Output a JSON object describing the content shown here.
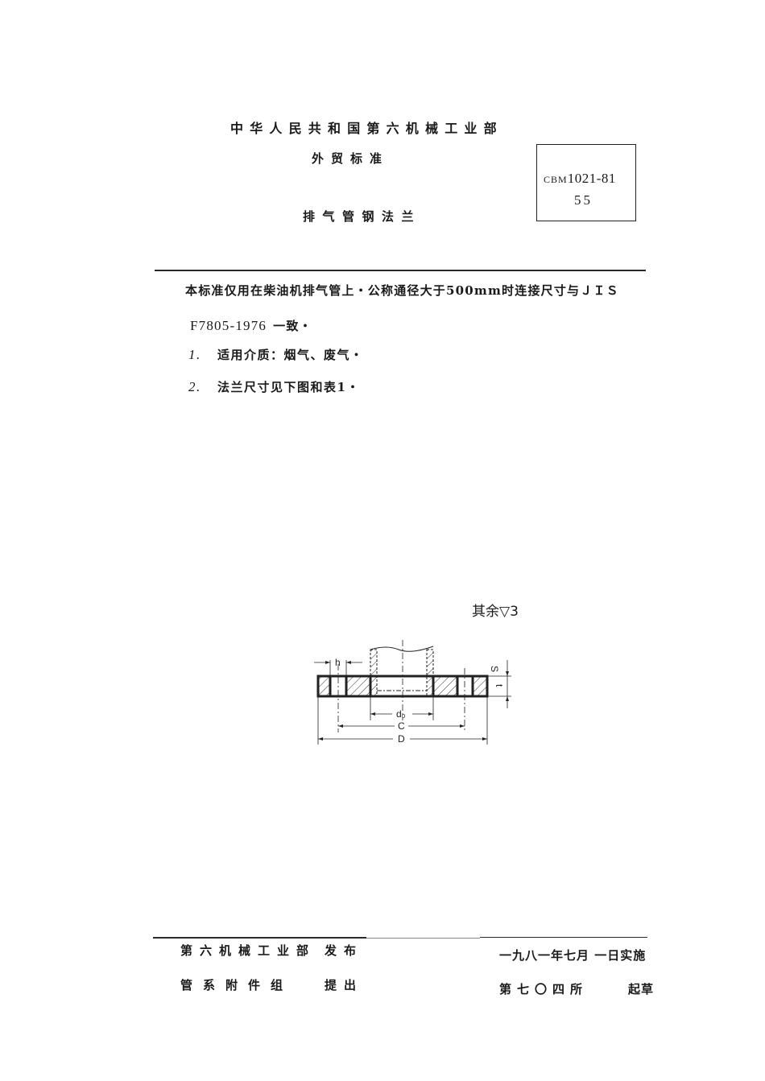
{
  "header": {
    "ministry": "中华人民共和国第六机械工业部",
    "category": "外贸标准",
    "title": "排气管钢法兰"
  },
  "standard_code": {
    "prefix": "CBM",
    "number": "1021-81",
    "page": "55"
  },
  "body": {
    "intro_line1": "本标准仅用在柴油机排气管上・公称通径大于500mm时连接尺寸与ＪＩＳ",
    "intro_line2_code": "F7805-1976",
    "intro_line2_text": "一致・",
    "items": [
      {
        "num": "1.",
        "text": "适用介质：烟气、废气・"
      },
      {
        "num": "2.",
        "text": "法兰尺寸见下图和表1・"
      }
    ]
  },
  "figure": {
    "roughness_note": "其余▽3",
    "labels": {
      "h": "h",
      "do": "d₀",
      "C": "C",
      "D": "D",
      "t": "t",
      "s": "S"
    }
  },
  "footer": {
    "publisher": "第六机械工业部",
    "publish_action": "发布",
    "proposer": "管系附件组",
    "propose_action": "提出",
    "effective_date": "一九八一年七月 一日实施",
    "drafter": "第七〇四所",
    "draft_action": "起草"
  }
}
